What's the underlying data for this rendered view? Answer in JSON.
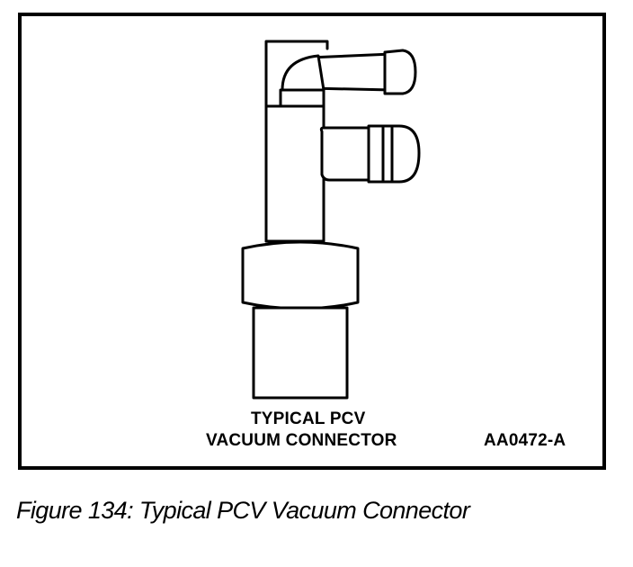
{
  "figure": {
    "part_label_line1": "TYPICAL PCV",
    "part_label_line2": "VACUUM CONNECTOR",
    "drawing_id": "AA0472-A",
    "caption": "Figure 134: Typical PCV Vacuum Connector"
  }
}
